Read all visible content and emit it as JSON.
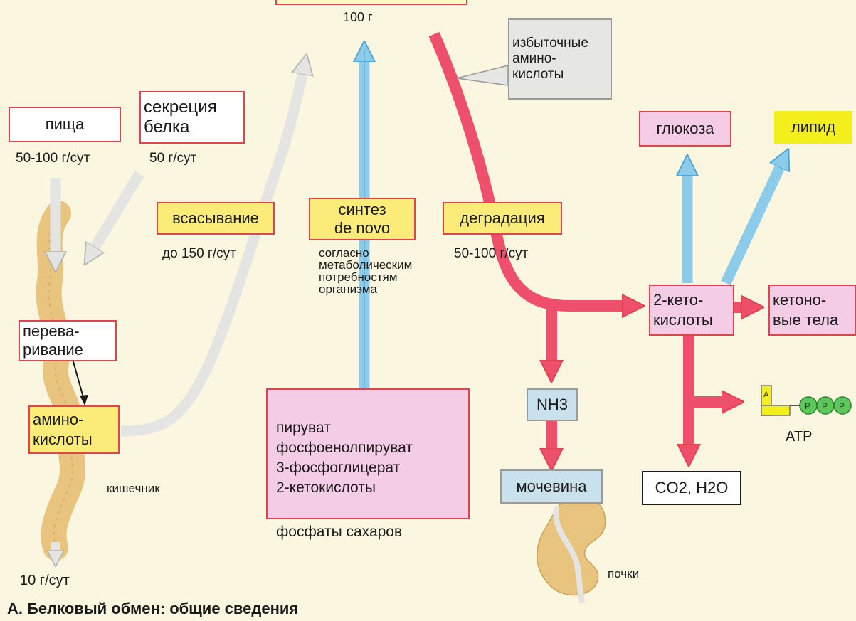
{
  "top_value": "100 г",
  "excess": "избыточные\nамино-\nкислоты",
  "food": {
    "label": "пища",
    "rate": "50-100 г/сут"
  },
  "secretion": {
    "label": "секреция\nбелка",
    "rate": "50 г/сут"
  },
  "absorption": {
    "label": "всасывание",
    "rate": "до 150 г/сут"
  },
  "synthesis": {
    "label": "синтез\nde novo",
    "note": "согласно\nметаболическим\nпотребностям\nорганизма"
  },
  "degradation": {
    "label": "деградация",
    "rate": "50-100 г/сут"
  },
  "glucose": "глюкоза",
  "lipid": "липид",
  "digestion": "перева-\nривание",
  "amino_acids": "амино-\nкислоты",
  "intestine": "кишечник",
  "loss": "10 г/сут",
  "keto_acids": "2-кето-\nкислоты",
  "ketone_bodies": "кетоно-\nвые тела",
  "nh3": "NH3",
  "urea": "мочевина",
  "kidneys": "почки",
  "co2_h2o": "CO2, H2O",
  "atp": "ATP",
  "atp_glyphs": {
    "a": "A",
    "p": "P"
  },
  "precursors": "пируват\nфосфоенолпируват\n3-фосфоглицерат\n2-кетокислоты",
  "precursors_last": "фосфаты сахаров",
  "caption": "А. Белковый обмен: общие сведения",
  "colors": {
    "degradation_arrow": "#ee4f6b",
    "synthesis_arrow": "#5cb6e2",
    "absorption_arrow": "#d8d8d6",
    "intestine": "#e8c47f",
    "background": "#fbf6df"
  }
}
